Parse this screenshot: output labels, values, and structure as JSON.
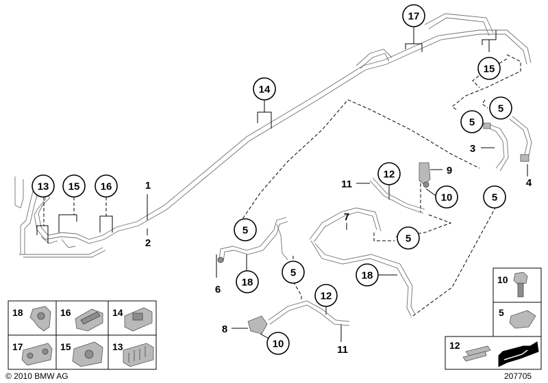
{
  "copyright": "© 2010 BMW AG",
  "diagram_number": "207705",
  "callouts": {
    "c17": "17",
    "c15a": "15",
    "c14": "14",
    "c13": "13",
    "c15b": "15",
    "c16": "16",
    "c5a": "5",
    "c5b": "5",
    "c12a": "12",
    "c10a": "10",
    "c5c": "5",
    "c5d": "5",
    "c18a": "18",
    "c5e": "5",
    "c18b": "18",
    "c5f": "5",
    "c12b": "12",
    "c10b": "10"
  },
  "labels": {
    "n1": "1",
    "n2": "2",
    "n3": "3",
    "n4": "4",
    "n6": "6",
    "n7": "7",
    "n8": "8",
    "n9": "9",
    "n11a": "11",
    "n11b": "11"
  },
  "parts_grid_left": [
    "18",
    "16",
    "14",
    "17",
    "15",
    "13"
  ],
  "parts_grid_right": [
    "10",
    "5",
    "12"
  ]
}
